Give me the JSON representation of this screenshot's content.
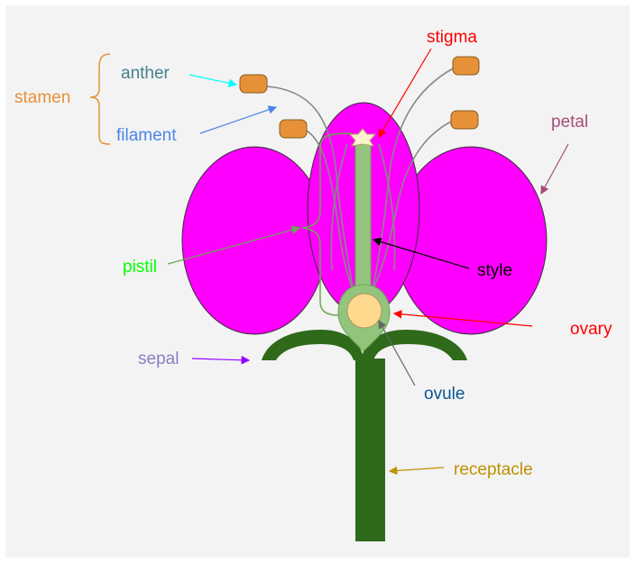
{
  "diagram": {
    "labels": {
      "stamen": "stamen",
      "anther": "anther",
      "filament": "filament",
      "stigma": "stigma",
      "petal": "petal",
      "pistil": "pistil",
      "style": "style",
      "ovary": "ovary",
      "sepal": "sepal",
      "ovule": "ovule",
      "receptacle": "receptacle"
    },
    "colors": {
      "background": "#f3f3f3",
      "petal": "#ff00ff",
      "petal_outline": "#333333",
      "stem": "#2f6a1b",
      "style": "#93c47d",
      "ovary_wall": "#93c47d",
      "ovule": "#ffd98e",
      "anther": "#e69138",
      "stigma": "#fff2cc",
      "filament_line": "#888888",
      "label_stamen": "#e69138",
      "label_anther": "#45818e",
      "label_filament": "#4a86e8",
      "label_stigma": "#ff0000",
      "label_petal": "#a64d79",
      "label_pistil": "#00ff00",
      "label_style": "#000000",
      "label_ovary": "#ff0000",
      "label_sepal": "#8e7cc3",
      "label_ovule": "#0b5394",
      "label_receptacle": "#bf9000",
      "arrow_anther": "#00ffff",
      "arrow_filament": "#4a86e8",
      "arrow_stigma": "#ff0000",
      "arrow_petal": "#a64d79",
      "arrow_pistil": "#6aa84f",
      "arrow_style": "#000000",
      "arrow_ovary": "#ff0000",
      "arrow_sepal": "#9900ff",
      "arrow_ovule": "#666666",
      "arrow_receptacle": "#bf9000"
    }
  }
}
